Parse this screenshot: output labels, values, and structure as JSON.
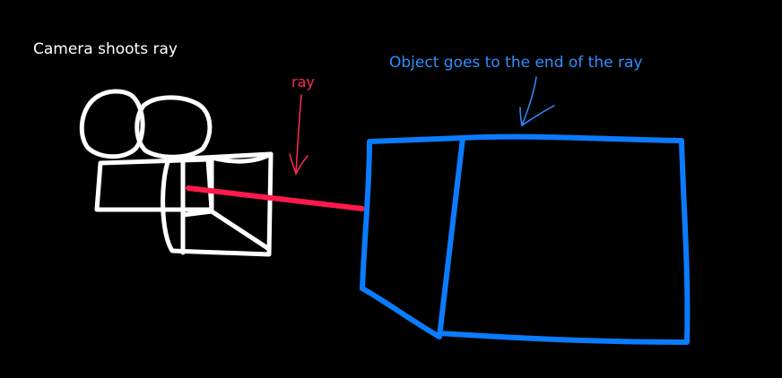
{
  "labels": {
    "camera": "Camera shoots ray",
    "ray": "ray",
    "object": "Object goes to the end of the ray"
  },
  "colors": {
    "background": "#000000",
    "camera": "#ffffff",
    "ray": "#ff1a4a",
    "object": "#0a7cff",
    "camera_label": "#ffffff",
    "ray_label": "#ff2a4f",
    "object_label": "#2f8fff"
  },
  "icons": {
    "camera": "camera-sketch-icon",
    "ray": "ray-line",
    "object": "cube-sketch-icon",
    "ray_pointer": "arrow-down-icon",
    "object_pointer": "arrow-pointer-icon"
  }
}
